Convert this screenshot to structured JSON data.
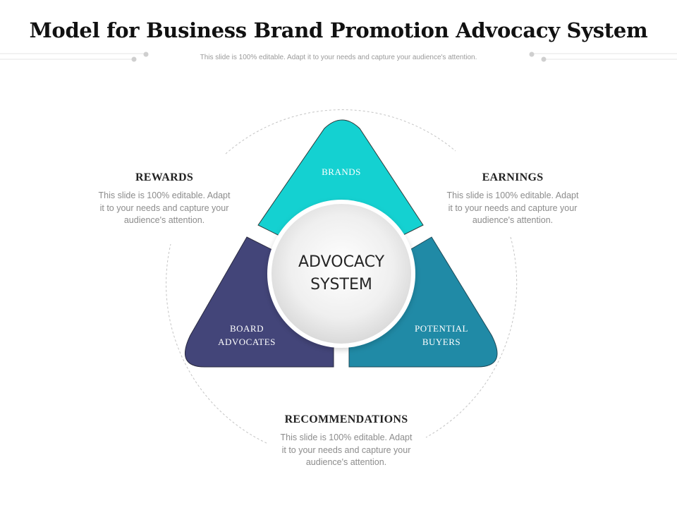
{
  "title": "Model for Business Brand Promotion Advocacy System",
  "subtitle": "This slide is 100% editable. Adapt it to your needs and capture your audience's attention.",
  "center": {
    "line1": "ADVOCACY",
    "line2": "SYSTEM"
  },
  "segments": {
    "top": {
      "line1": "BRANDS",
      "color": "#14d1d1"
    },
    "left": {
      "line1": "BOARD",
      "line2": "ADVOCATES",
      "color": "#434579"
    },
    "right": {
      "line1": "POTENTIAL",
      "line2": "BUYERS",
      "color": "#208aa6"
    }
  },
  "blocks": {
    "rewards": {
      "heading": "REWARDS",
      "line1": "This slide is 100% editable. Adapt",
      "line2": "it to your needs and capture your",
      "line3": "audience's attention."
    },
    "earnings": {
      "heading": "EARNINGS",
      "line1": "This slide is 100% editable. Adapt",
      "line2": "it to your needs and capture your",
      "line3": "audience's attention."
    },
    "recommendations": {
      "heading": "RECOMMENDATIONS",
      "line1": "This slide is 100% editable. Adapt",
      "line2": "it to your needs and capture your",
      "line3": "audience's attention."
    }
  }
}
